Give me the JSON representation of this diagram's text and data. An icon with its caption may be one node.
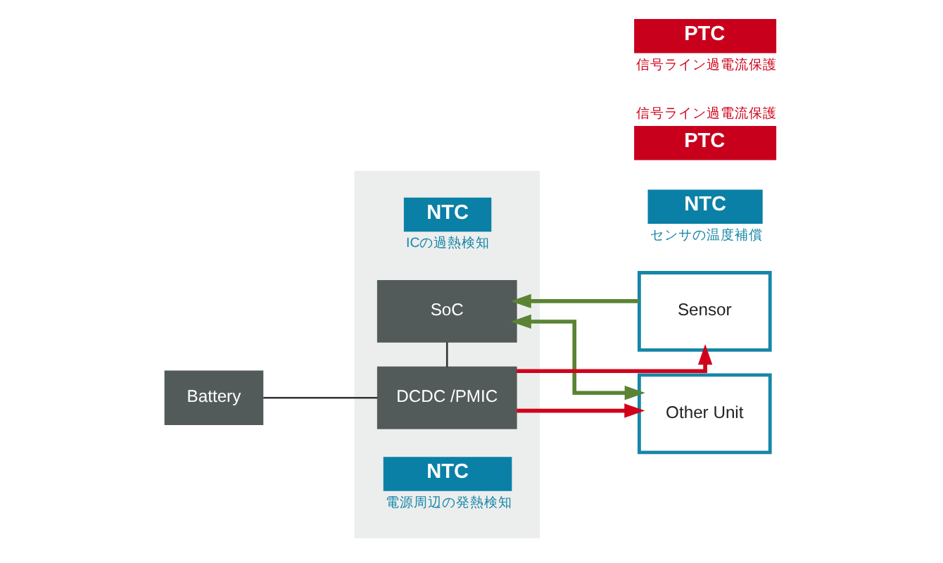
{
  "diagram": {
    "nodes": [
      {
        "text": [],
        "shape": "box"
      },
      {
        "text": [
          "SoC"
        ],
        "in": 0
      },
      {
        "text": [
          "NTC"
        ],
        "in": 0,
        "beside": [
          "ICの過熱検知"
        ]
      },
      {
        "text": [
          "DCDC /PMIC"
        ],
        "in": 0
      },
      {
        "text": [
          "NTC"
        ],
        "in": 0,
        "beside": [
          "電源周辺の発熱検知"
        ]
      },
      {
        "text": [
          "Battery"
        ]
      },
      {
        "text": [
          "PTC"
        ],
        "beside": [
          "信号ライン過電流保護"
        ]
      },
      {
        "text": [
          "PTC"
        ],
        "beside": [
          "信号ライン過電流保護"
        ]
      },
      {
        "text": [
          "Sensor"
        ]
      },
      {
        "text": [
          "NTC"
        ],
        "beside": [
          "センサの温度補償"
        ]
      },
      {
        "text": [
          "Other Unit"
        ]
      }
    ],
    "edges": [
      {
        "from": 3,
        "to": 1,
        "arrow": "none"
      },
      {
        "from": 5,
        "to": 3,
        "arrow": "none"
      },
      {
        "from": 8,
        "to": 1,
        "arrow": "to",
        "color": "#5a8434"
      },
      {
        "from": 1,
        "to": 10,
        "arrow": "both",
        "color": "#5a8434"
      },
      {
        "from": 3,
        "to": 8,
        "arrow": "to",
        "color": "#d0021b"
      },
      {
        "from": 3,
        "to": 10,
        "arrow": "to",
        "color": "#d0021b"
      }
    ]
  }
}
